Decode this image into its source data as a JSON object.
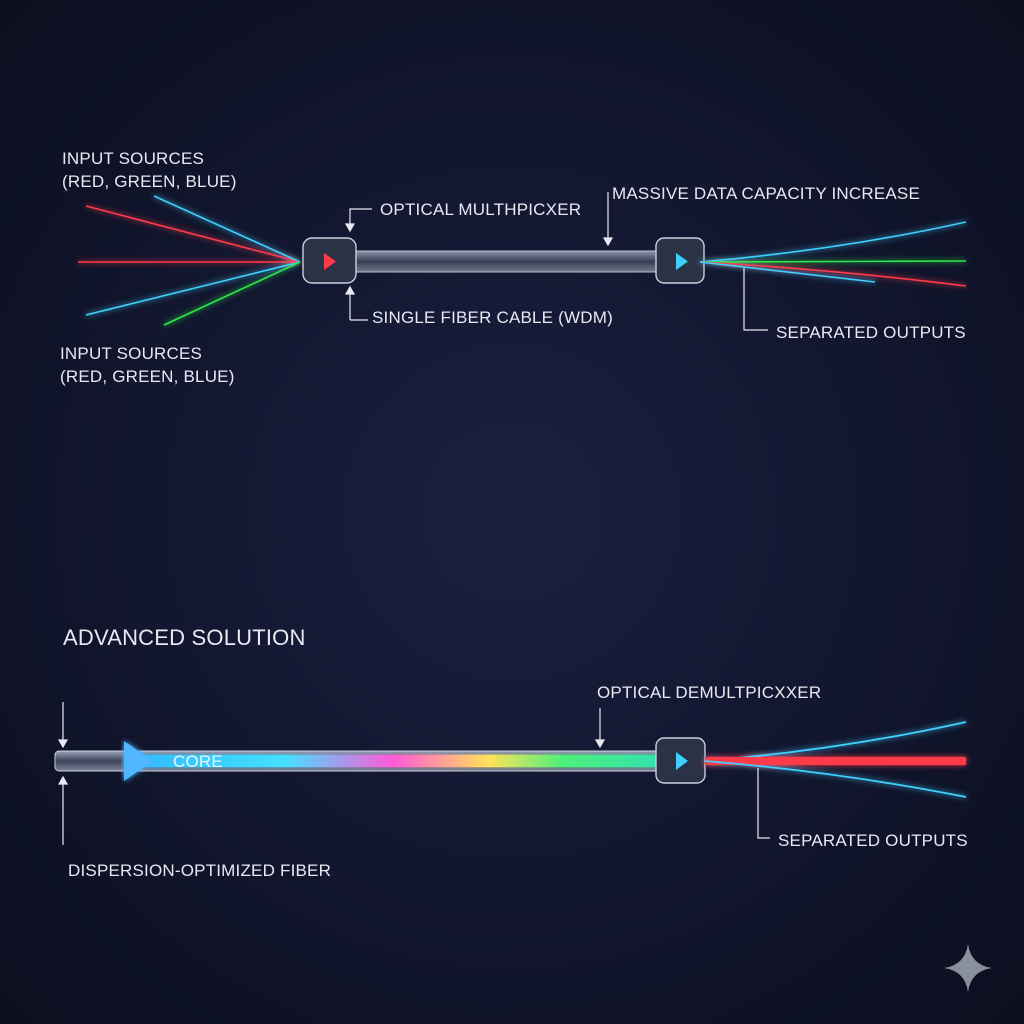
{
  "top": {
    "input_sources_upper": [
      "INPUT SOURCES",
      "(RED, GREEN, BLUE)"
    ],
    "input_sources_lower": [
      "INPUT SOURCES",
      "(RED, GREEN, BLUE)"
    ],
    "multiplexer_label": "OPTICAL MULTHPICXER",
    "capacity_label": "MASSIVE DATA CAPACITY INCREASE",
    "fiber_label": "SINGLE FIBER CABLE (WDM)",
    "outputs_label": "SEPARATED OUTPUTS"
  },
  "bottom": {
    "heading": "ADVANCED SOLUTION",
    "demultiplexer_label": "OPTICAL DEMULTPICXXER",
    "core_label": "CORE",
    "fiber_label": "DISPERSION-OPTIMIZED FIBER",
    "outputs_label": "SEPARATED OUTPUTS"
  },
  "colors": {
    "red": "#ff3b4a",
    "green": "#2ee84a",
    "cyan": "#3fd0ff"
  }
}
